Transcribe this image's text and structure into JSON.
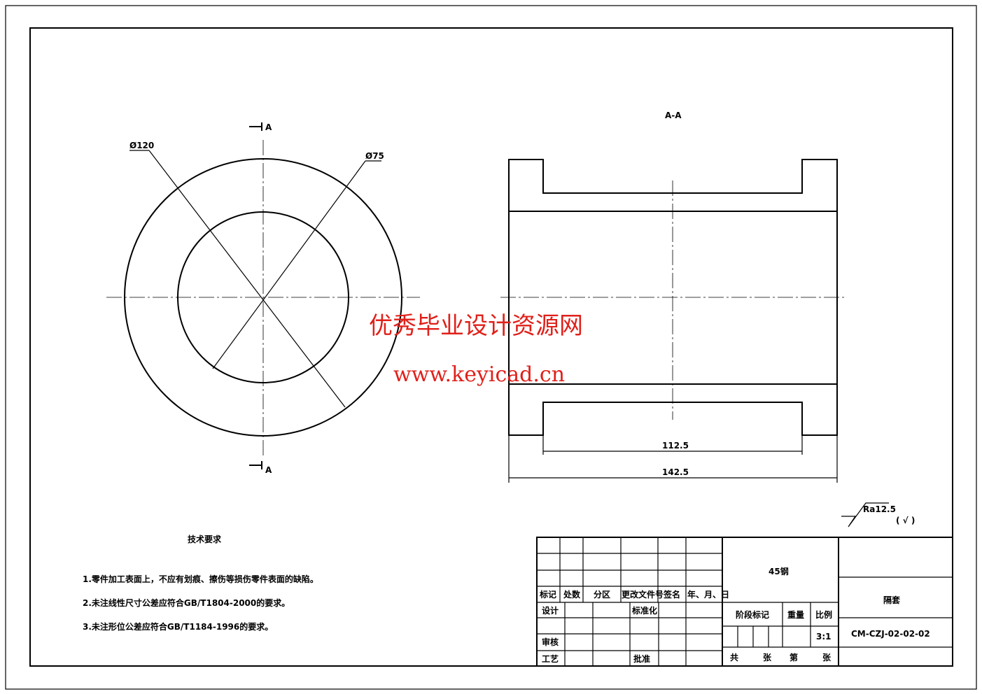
{
  "section_label": "A-A",
  "cut_labels": [
    "A",
    "A"
  ],
  "dims": {
    "outer_dia": "Ø120",
    "inner_dia": "Ø75",
    "inner_len": "112.5",
    "outer_len": "142.5"
  },
  "roughness": {
    "value": "Ra12.5",
    "other": "( √ )"
  },
  "watermark": {
    "line1": "优秀毕业设计资源网",
    "line2": "www.keyicad.cn"
  },
  "tech": {
    "title": "技术要求",
    "items": [
      "1.零件加工表面上，不应有划痕、擦伤等损伤零件表面的缺陷。",
      "2.未注线性尺寸公差应符合GB/T1804-2000的要求。",
      "3.未注形位公差应符合GB/T1184-1996的要求。"
    ]
  },
  "title_block": {
    "headers": [
      "标记",
      "处数",
      "分区",
      "更改文件号",
      "签名",
      "年、月、日"
    ],
    "design": "设计",
    "standard": "标准化",
    "review": "审核",
    "process": "工艺",
    "approve": "批准",
    "material": "45钢",
    "stage": "阶段标记",
    "weight": "重量",
    "scale_label": "比例",
    "scale": "3:1",
    "sheets": [
      "共",
      "张",
      "第",
      "张"
    ],
    "part_name": "隔套",
    "drawing_no": "CM-CZJ-02-02-02"
  }
}
